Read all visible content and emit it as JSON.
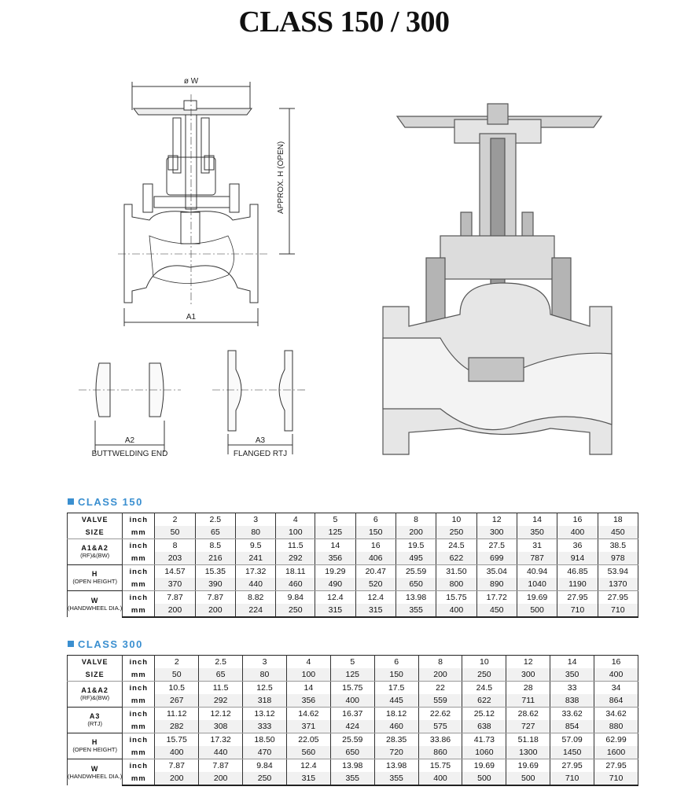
{
  "title": "CLASS 150 / 300",
  "drawing_labels": {
    "w": "ø W",
    "h": "APPROX. H (OPEN)",
    "a1": "A1",
    "a2": "A2",
    "a2_caption": "BUTTWELDING END",
    "a3": "A3",
    "a3_caption": "FLANGED  RTJ"
  },
  "class150": {
    "heading": "CLASS  150",
    "rows": [
      {
        "label": "VALVE",
        "sub": "",
        "unit": "inch",
        "values": [
          "2",
          "2.5",
          "3",
          "4",
          "5",
          "6",
          "8",
          "10",
          "12",
          "14",
          "16",
          "18"
        ]
      },
      {
        "label": "SIZE",
        "sub": "",
        "unit": "mm",
        "values": [
          "50",
          "65",
          "80",
          "100",
          "125",
          "150",
          "200",
          "250",
          "300",
          "350",
          "400",
          "450"
        ]
      },
      {
        "label": "A1&A2",
        "sub": "(RF)&(BW)",
        "unit": "inch",
        "values": [
          "8",
          "8.5",
          "9.5",
          "11.5",
          "14",
          "16",
          "19.5",
          "24.5",
          "27.5",
          "31",
          "36",
          "38.5"
        ]
      },
      {
        "label": "",
        "sub": "",
        "unit": "mm",
        "values": [
          "203",
          "216",
          "241",
          "292",
          "356",
          "406",
          "495",
          "622",
          "699",
          "787",
          "914",
          "978"
        ]
      },
      {
        "label": "H",
        "sub": "(OPEN HEIGHT)",
        "unit": "inch",
        "values": [
          "14.57",
          "15.35",
          "17.32",
          "18.11",
          "19.29",
          "20.47",
          "25.59",
          "31.50",
          "35.04",
          "40.94",
          "46.85",
          "53.94"
        ]
      },
      {
        "label": "",
        "sub": "",
        "unit": "mm",
        "values": [
          "370",
          "390",
          "440",
          "460",
          "490",
          "520",
          "650",
          "800",
          "890",
          "1040",
          "1190",
          "1370"
        ]
      },
      {
        "label": "W",
        "sub": "(HANDWHEEL DIA.)",
        "unit": "inch",
        "values": [
          "7.87",
          "7.87",
          "8.82",
          "9.84",
          "12.4",
          "12.4",
          "13.98",
          "15.75",
          "17.72",
          "19.69",
          "27.95",
          "27.95"
        ]
      },
      {
        "label": "",
        "sub": "",
        "unit": "mm",
        "values": [
          "200",
          "200",
          "224",
          "250",
          "315",
          "315",
          "355",
          "400",
          "450",
          "500",
          "710",
          "710"
        ]
      }
    ]
  },
  "class300": {
    "heading": "CLASS  300",
    "rows": [
      {
        "label": "VALVE",
        "sub": "",
        "unit": "inch",
        "values": [
          "2",
          "2.5",
          "3",
          "4",
          "5",
          "6",
          "8",
          "10",
          "12",
          "14",
          "16"
        ]
      },
      {
        "label": "SIZE",
        "sub": "",
        "unit": "mm",
        "values": [
          "50",
          "65",
          "80",
          "100",
          "125",
          "150",
          "200",
          "250",
          "300",
          "350",
          "400"
        ]
      },
      {
        "label": "A1&A2",
        "sub": "(RF)&(BW)",
        "unit": "inch",
        "values": [
          "10.5",
          "11.5",
          "12.5",
          "14",
          "15.75",
          "17.5",
          "22",
          "24.5",
          "28",
          "33",
          "34"
        ]
      },
      {
        "label": "",
        "sub": "",
        "unit": "mm",
        "values": [
          "267",
          "292",
          "318",
          "356",
          "400",
          "445",
          "559",
          "622",
          "711",
          "838",
          "864"
        ]
      },
      {
        "label": "A3",
        "sub": "(RTJ)",
        "unit": "inch",
        "values": [
          "11.12",
          "12.12",
          "13.12",
          "14.62",
          "16.37",
          "18.12",
          "22.62",
          "25.12",
          "28.62",
          "33.62",
          "34.62"
        ]
      },
      {
        "label": "",
        "sub": "",
        "unit": "mm",
        "values": [
          "282",
          "308",
          "333",
          "371",
          "424",
          "460",
          "575",
          "638",
          "727",
          "854",
          "880"
        ]
      },
      {
        "label": "H",
        "sub": "(OPEN HEIGHT)",
        "unit": "inch",
        "values": [
          "15.75",
          "17.32",
          "18.50",
          "22.05",
          "25.59",
          "28.35",
          "33.86",
          "41.73",
          "51.18",
          "57.09",
          "62.99"
        ]
      },
      {
        "label": "",
        "sub": "",
        "unit": "mm",
        "values": [
          "400",
          "440",
          "470",
          "560",
          "650",
          "720",
          "860",
          "1060",
          "1300",
          "1450",
          "1600"
        ]
      },
      {
        "label": "W",
        "sub": "(HANDWHEEL DIA.)",
        "unit": "inch",
        "values": [
          "7.87",
          "7.87",
          "9.84",
          "12.4",
          "13.98",
          "13.98",
          "15.75",
          "19.69",
          "19.69",
          "27.95",
          "27.95"
        ]
      },
      {
        "label": "",
        "sub": "",
        "unit": "mm",
        "values": [
          "200",
          "200",
          "250",
          "315",
          "355",
          "355",
          "400",
          "500",
          "500",
          "710",
          "710"
        ]
      }
    ]
  }
}
